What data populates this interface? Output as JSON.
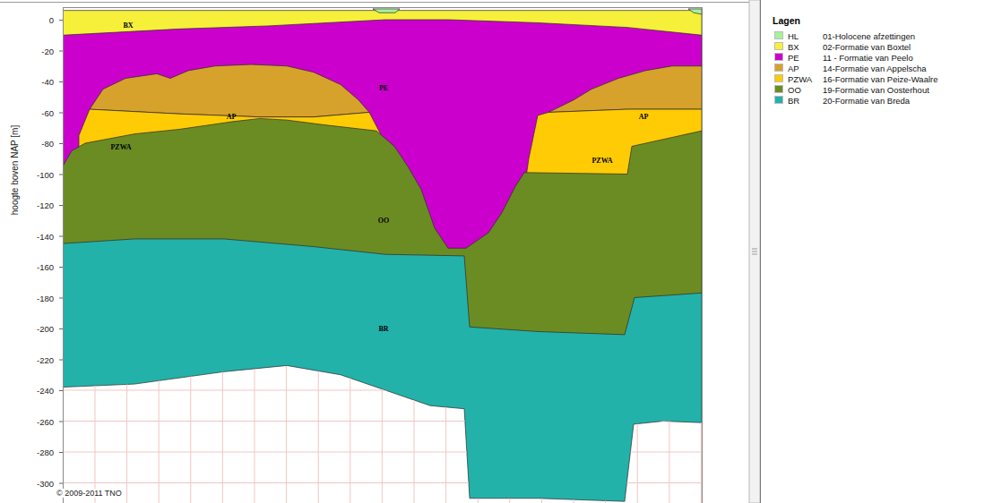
{
  "diagram": {
    "nodes": [
      {
        "text": [
          "BX"
        ]
      },
      {
        "text": [
          "PE"
        ]
      },
      {
        "text": [
          "AP"
        ]
      },
      {
        "text": [
          "AP"
        ]
      },
      {
        "text": [
          "PZWA"
        ]
      },
      {
        "text": [
          "PZWA"
        ]
      },
      {
        "text": [
          "OO"
        ]
      },
      {
        "text": [
          "BR"
        ]
      }
    ],
    "labels": [
      "0",
      "-20",
      "-40",
      "-60",
      "-80",
      "-100",
      "-120",
      "-140",
      "-160",
      "-180",
      "-200",
      "-220",
      "-240",
      "-260",
      "-280",
      "-300",
      "hoogte boven NAP [m]",
      "© 2009-2011 TNO",
      "Lagen",
      "HL",
      "BX",
      "PE",
      "AP",
      "PZWA",
      "OO",
      "BR"
    ],
    "legend": [
      {
        "text": "01-Holocene afzettingen",
        "color": "#a6f29a"
      },
      {
        "text": "02-Formatie van Boxtel",
        "color": "#f7f03a"
      },
      {
        "text": "11 - Formatie van Peelo",
        "color": "#cc00cc"
      },
      {
        "text": "14-Formatie van Appelscha",
        "color": "#d6a22c"
      },
      {
        "text": "16-Formatie van Peize-Waalre",
        "color": "#ffcb05"
      },
      {
        "text": "19-Formatie van Oosterhout",
        "color": "#6b8c23"
      },
      {
        "text": "20-Formatie van Breda",
        "color": "#22b2aa"
      }
    ]
  }
}
